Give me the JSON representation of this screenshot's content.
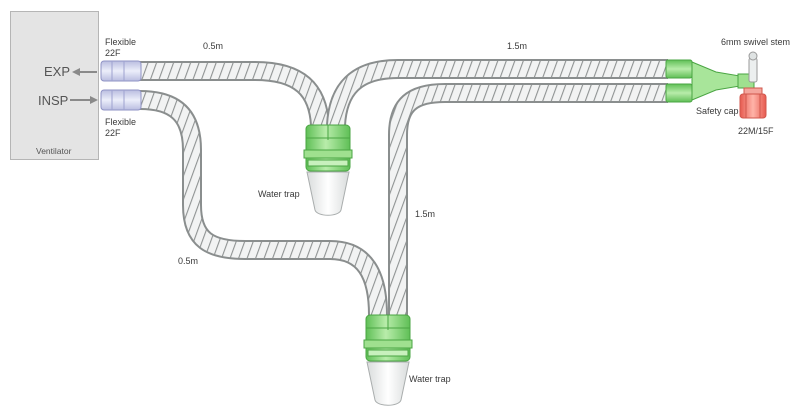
{
  "ventilator": {
    "title": "Ventilator",
    "exp": "EXP",
    "insp": "INSP"
  },
  "connectors": {
    "top_line1": "Flexible",
    "top_line2": "22F",
    "bottom_line1": "Flexible",
    "bottom_line2": "22F"
  },
  "tube_lengths": {
    "exp_short": "0.5m",
    "exp_long": "1.5m",
    "insp_short": "0.5m",
    "insp_long": "1.5m"
  },
  "water_traps": {
    "upper": "Water trap",
    "lower": "Water trap"
  },
  "wye": {
    "swivel": "6mm swivel stem",
    "safety_cap": "Safety cap",
    "patient_port": "22M/15F"
  },
  "colors": {
    "tube_stroke": "#9a9a9a",
    "tube_fill": "#f1f2f2",
    "connector_blue": "#c8cbe6",
    "water_trap_green": "#8ad47a",
    "cap_red": "#ef7b6f",
    "ventilator_box": "#e4e4e4"
  }
}
